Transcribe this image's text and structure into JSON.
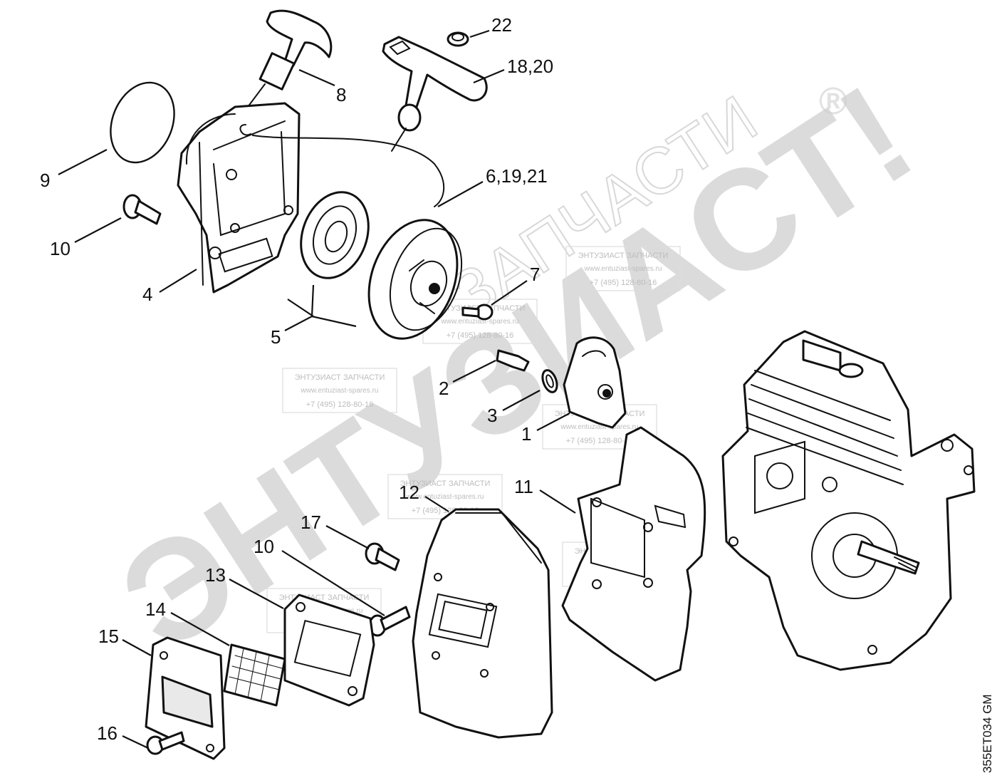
{
  "watermark": {
    "large_text": "ЭНТУЗИАСТ!",
    "small_text": "ЗАПЧАСТИ",
    "registered_mark": "®",
    "stamp": {
      "title": "ЭНТУЗИАСТ ЗАПЧАСТИ",
      "website": "www.entuziast-spares.ru",
      "phone": "+7 (495) 128-80-16"
    }
  },
  "drawing_code": "355ET034 GM",
  "callouts": [
    {
      "id": "c22",
      "label": "22"
    },
    {
      "id": "c18-20",
      "label": "18,20"
    },
    {
      "id": "c8",
      "label": "8"
    },
    {
      "id": "c9",
      "label": "9"
    },
    {
      "id": "c6-19-21",
      "label": "6,19,21"
    },
    {
      "id": "c10a",
      "label": "10"
    },
    {
      "id": "c4",
      "label": "4"
    },
    {
      "id": "c7",
      "label": "7"
    },
    {
      "id": "c5",
      "label": "5"
    },
    {
      "id": "c2",
      "label": "2"
    },
    {
      "id": "c3",
      "label": "3"
    },
    {
      "id": "c1",
      "label": "1"
    },
    {
      "id": "c12",
      "label": "12"
    },
    {
      "id": "c11",
      "label": "11"
    },
    {
      "id": "c17",
      "label": "17"
    },
    {
      "id": "c10b",
      "label": "10"
    },
    {
      "id": "c13",
      "label": "13"
    },
    {
      "id": "c14",
      "label": "14"
    },
    {
      "id": "c15",
      "label": "15"
    },
    {
      "id": "c16",
      "label": "16"
    }
  ]
}
